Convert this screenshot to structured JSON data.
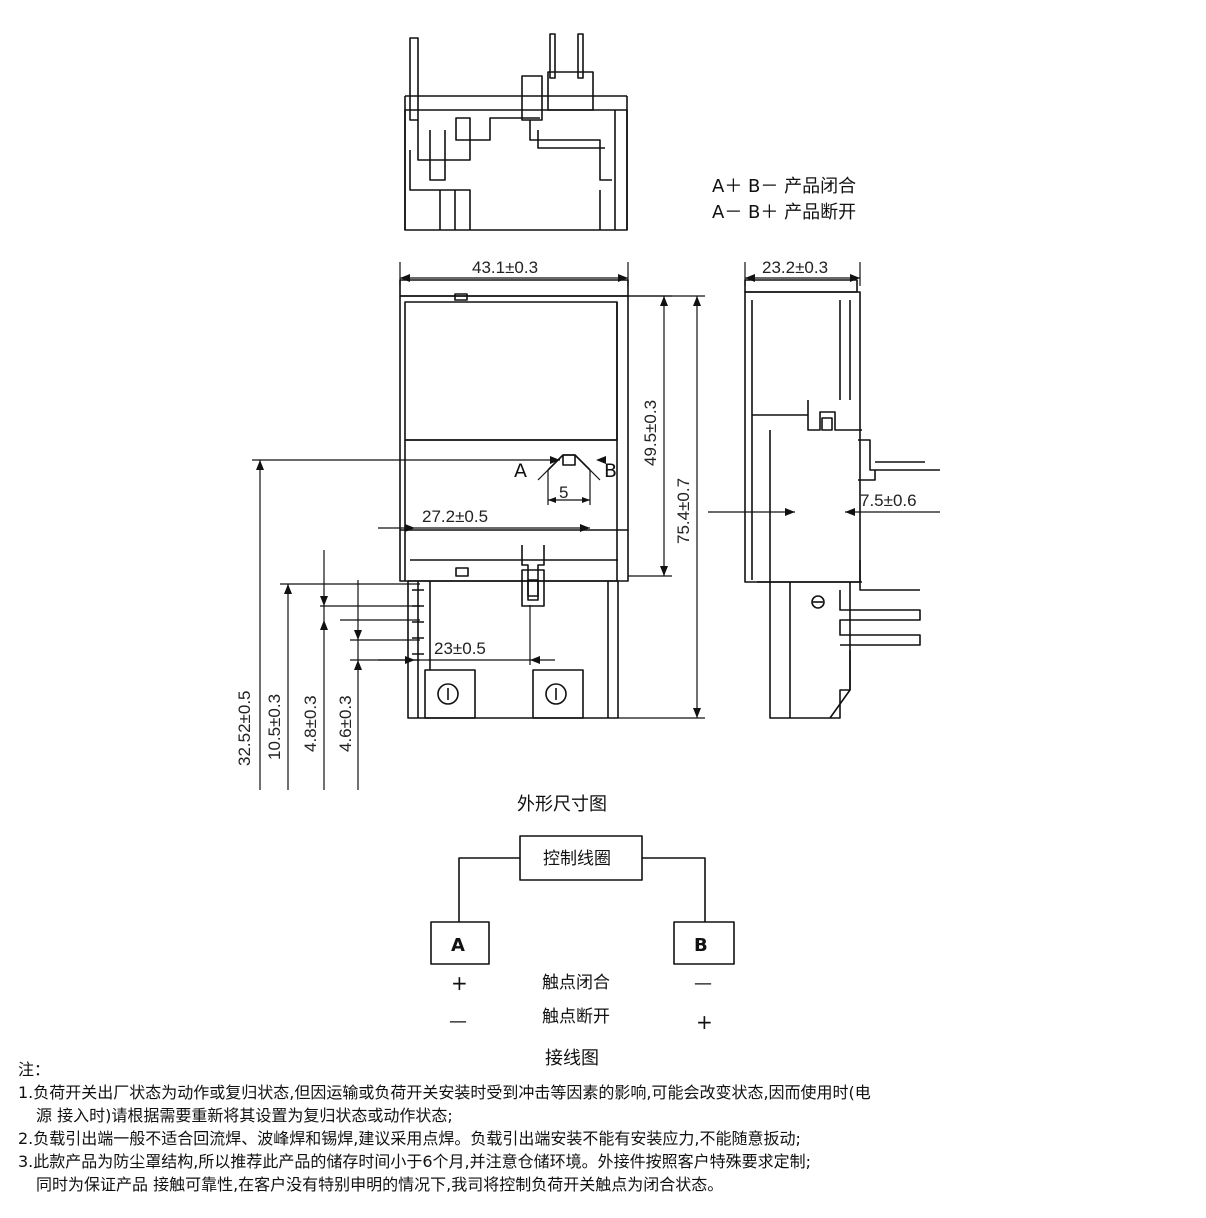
{
  "legend": {
    "line1": "A＋ B－ 产品闭合",
    "line2": "A－ B＋ 产品断开"
  },
  "dimensions": {
    "width_front": "43.1±0.3",
    "width_side": "23.2±0.3",
    "height_body": "49.5±0.3",
    "height_total": "75.4±0.7",
    "pin_offset_side": "7.5±0.6",
    "terminal_pos": "27.2±0.5",
    "terminal_gap": "5",
    "pin_spacing": "23±0.5",
    "v1": "32.52±0.5",
    "v2": "10.5±0.3",
    "v3": "4.8±0.3",
    "v4": "4.6±0.3"
  },
  "terminal_marks": {
    "a": "A",
    "b": "B"
  },
  "figure_caption": "外形尺寸图",
  "wiring": {
    "coil_label": "控制线圈",
    "terminal_a": "A",
    "terminal_b": "B",
    "a_closed_sign": "+",
    "b_closed_sign": "—",
    "closed_label": "触点闭合",
    "a_open_sign": "—",
    "b_open_sign": "+",
    "open_label": "触点断开",
    "caption": "接线图"
  },
  "notes": {
    "title": "注：",
    "n1a": "1.负荷开关出厂状态为动作或复归状态,但因运输或负荷开关安装时受到冲击等因素的影响,可能会改变状态,因而使用时(电",
    "n1b": "源 接入时)请根据需要重新将其设置为复归状态或动作状态;",
    "n2": "2.负载引出端一般不适合回流焊、波峰焊和锡焊,建议采用点焊。负载引出端安装不能有安装应力,不能随意扳动;",
    "n3a": "3.此款产品为防尘罩结构,所以推荐此产品的储存时间小于6个月,并注意仓储环境。外接件按照客户特殊要求定制;",
    "n3b": "同时为保证产品   接触可靠性,在客户没有特别申明的情况下,我司将控制负荷开关触点为闭合状态。"
  }
}
